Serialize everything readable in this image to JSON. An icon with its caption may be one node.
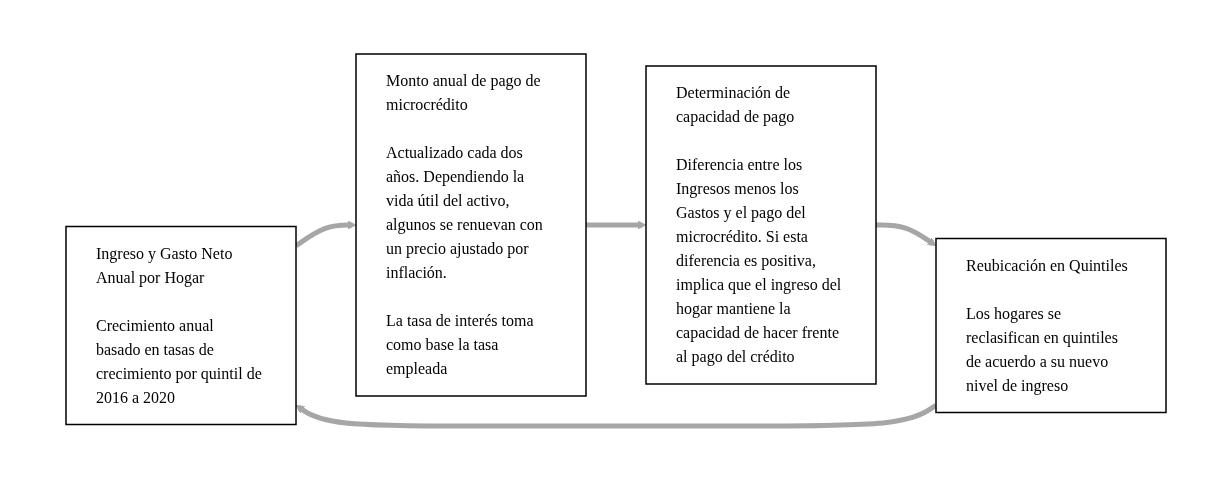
{
  "diagram": {
    "nodes": [
      {
        "text": [
          "Ingreso y Gasto Neto Anual por Hogar",
          "Crecimiento anual basado en tasas de crecimiento por quintil de 2016 a 2020"
        ]
      },
      {
        "text": [
          "Monto anual de pago de microcrédito",
          "Actualizado cada dos años. Dependiendo la vida útil del activo, algunos se renuevan con un precio ajustado por inflación.",
          "La tasa de interés toma como base la tasa empleada"
        ]
      },
      {
        "text": [
          "Determinación de capacidad de pago",
          "Diferencia entre los Ingresos menos los Gastos y el pago del microcrédito. Si esta diferencia es positiva, implica que el ingreso del hogar mantiene la capacidad de hacer frente al pago del crédito"
        ]
      },
      {
        "text": [
          "Reubicación en Quintiles",
          "Los hogares se reclasifican en quintiles de acuerdo a su nuevo nivel de ingreso"
        ]
      }
    ],
    "edges": [
      {
        "from": 0,
        "to": 1,
        "arrow": "to"
      },
      {
        "from": 1,
        "to": 2,
        "arrow": "to"
      },
      {
        "from": 2,
        "to": 3,
        "arrow": "to"
      },
      {
        "from": 3,
        "to": 0,
        "arrow": "to"
      }
    ]
  }
}
